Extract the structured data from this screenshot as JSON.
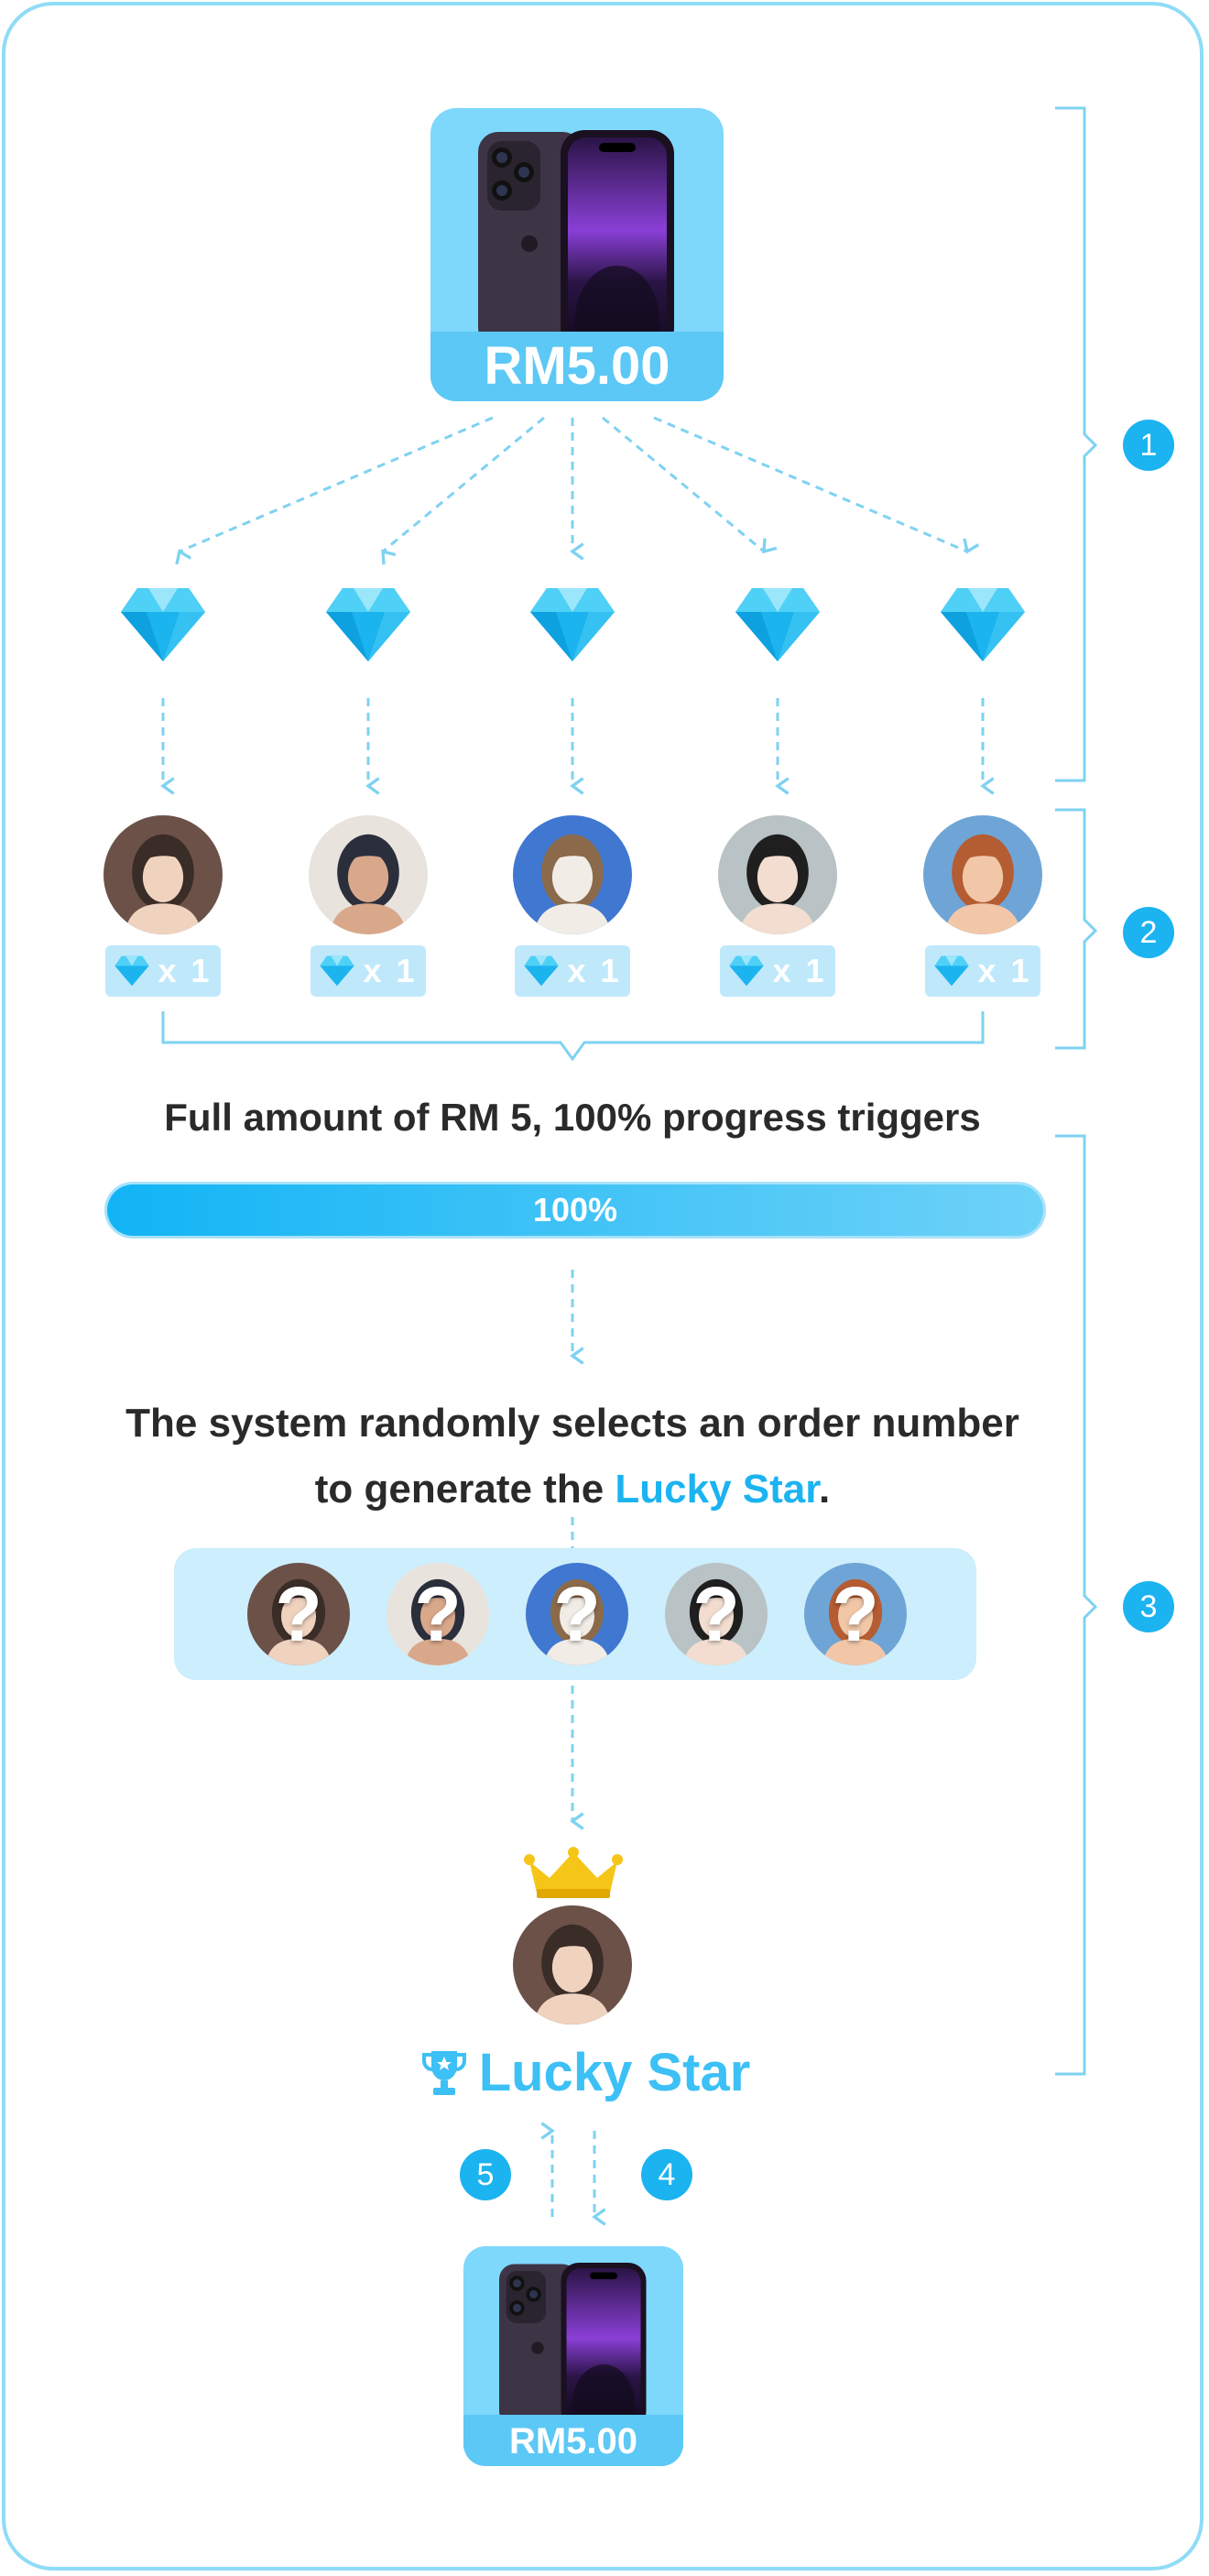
{
  "prize": {
    "price": "RM5.00"
  },
  "participants": [
    {
      "name": "participant-1",
      "quantity": "x 1",
      "colors": [
        "#6b5148",
        "#f0d3bf",
        "#3a2c27"
      ]
    },
    {
      "name": "participant-2",
      "quantity": "x 1",
      "colors": [
        "#e8e3dd",
        "#d9a88b",
        "#2b2f3c"
      ]
    },
    {
      "name": "participant-3",
      "quantity": "x 1",
      "colors": [
        "#3f77d1",
        "#f1ece6",
        "#8a6a4a"
      ]
    },
    {
      "name": "participant-4",
      "quantity": "x 1",
      "colors": [
        "#b9c2c4",
        "#f2ddd0",
        "#1f1f1f"
      ]
    },
    {
      "name": "participant-5",
      "quantity": "x 1",
      "colors": [
        "#6fa5d6",
        "#f2c7a8",
        "#b45c32"
      ]
    }
  ],
  "steps": [
    "1",
    "2",
    "3",
    "4",
    "5"
  ],
  "trigger_text": "Full amount of RM 5, 100% progress triggers",
  "progress": {
    "value": 100,
    "label": "100%"
  },
  "selection_text": {
    "line1": "The system randomly selects an order number",
    "line2_prefix": "to generate the ",
    "line2_highlight": "Lucky Star",
    "line2_suffix": "."
  },
  "mystery_mark": "?",
  "winner": {
    "label": "Lucky Star"
  },
  "colors": {
    "accent": "#1bb3f0",
    "frame": "#8fdcf7",
    "crown": "#f5c518",
    "card": "#7ed8fb"
  },
  "icons": [
    "diamond-icon",
    "crown-icon",
    "trophy-icon",
    "phone-image"
  ]
}
